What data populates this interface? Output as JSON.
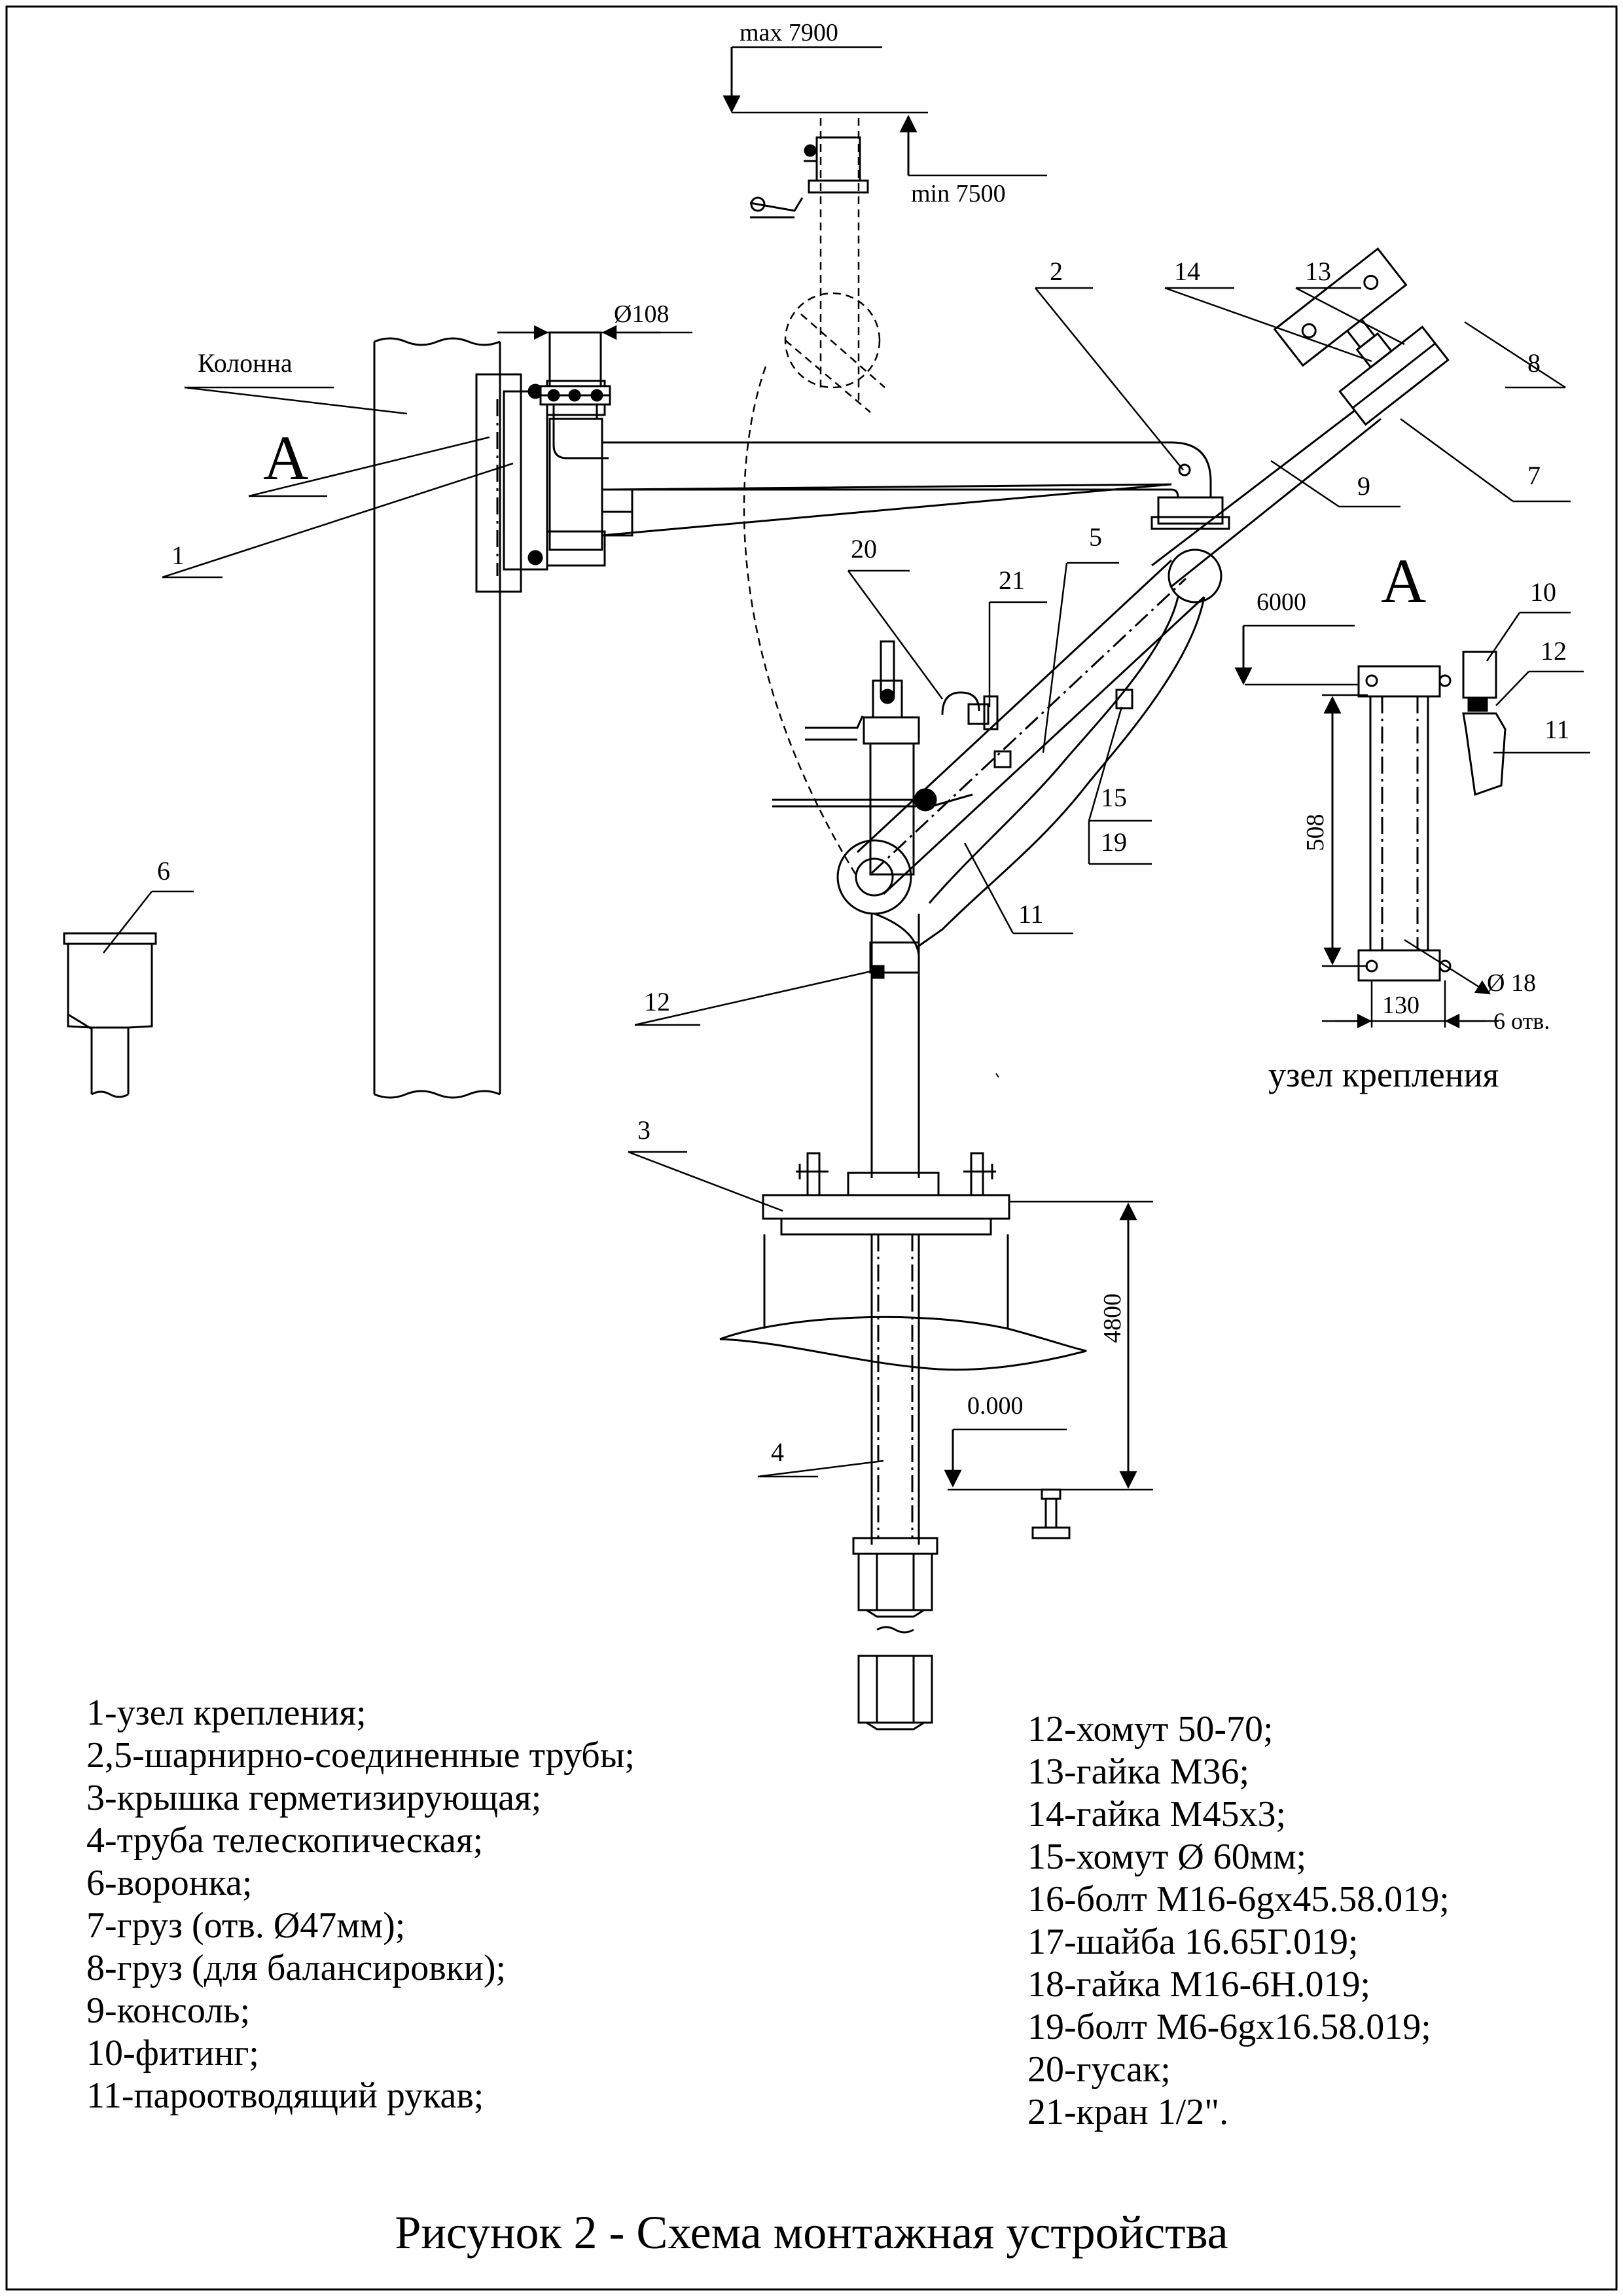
{
  "column_label": "Колонна",
  "section_letter": "A",
  "node_title": "узел крепления",
  "dimensions": {
    "max_height": "max 7900",
    "min_height": "min 7500",
    "pipe_diameter": "Ø108",
    "node_height": "6000",
    "node_spacing": "508",
    "node_width": "130",
    "hole_diameter": "Ø 18",
    "hole_count": "6 отв.",
    "cover_height": "4800",
    "zero_level": "0.000"
  },
  "callouts": {
    "c1": "1",
    "c2": "2",
    "c3": "3",
    "c4": "4",
    "c5": "5",
    "c6": "6",
    "c7": "7",
    "c8": "8",
    "c9": "9",
    "c10": "10",
    "c11": "11",
    "c11b": "11",
    "c12": "12",
    "c12b": "12",
    "c13": "13",
    "c14": "14",
    "c15": "15",
    "c19": "19",
    "c20": "20",
    "c21": "21"
  },
  "legend_left": [
    "1-узел крепления;",
    "2,5-шарнирно-соединенные трубы;",
    "3-крышка герметизирующая;",
    "4-труба телескопическая;",
    "6-воронка;",
    "7-груз (отв. Ø47мм);",
    "8-груз (для балансировки);",
    "9-консоль;",
    "10-фитинг;",
    "11-пароотводящий рукав;"
  ],
  "legend_right": [
    "12-хомут 50-70;",
    "13-гайка М36;",
    "14-гайка М45х3;",
    "15-хомут Ø 60мм;",
    "16-болт М16-6gх45.58.019;",
    "17-шайба 16.65Г.019;",
    "18-гайка М16-6Н.019;",
    "19-болт М6-6gх16.58.019;",
    "20-гусак;",
    "21-кран 1/2\"."
  ],
  "caption": "Рисунок 2 - Схема монтажная устройства"
}
